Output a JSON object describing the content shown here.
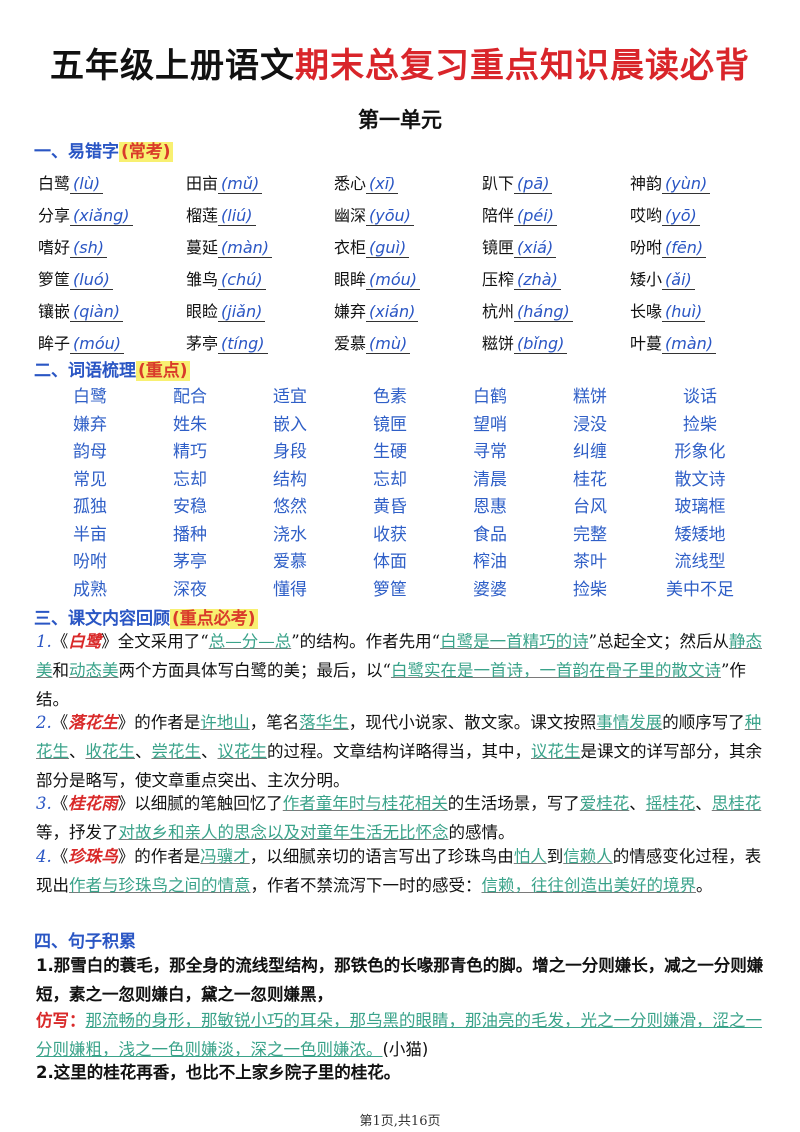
{
  "title": {
    "black": "五年级上册语文",
    "red": "期末总复习重点知识晨读必背"
  },
  "unit": "第一单元",
  "sections": {
    "s1": {
      "label": "一、易错字",
      "tag": "(常考)"
    },
    "s2": {
      "label": "二、词语梳理",
      "tag": "(重点)"
    },
    "s3": {
      "label": "三、课文内容回顾",
      "tag": "(重点必考)"
    },
    "s4": {
      "label": "四、句子积累"
    }
  },
  "chars": [
    [
      [
        "白鹭",
        "(lù)"
      ],
      [
        "田亩",
        "(mǔ)"
      ],
      [
        "悉心",
        "(xī)"
      ],
      [
        "趴下",
        "(pā)"
      ],
      [
        "神韵",
        "(yùn)"
      ]
    ],
    [
      [
        "分享",
        "(xiǎng)"
      ],
      [
        "榴莲",
        "(liú)"
      ],
      [
        "幽深",
        "(yōu)"
      ],
      [
        "陪伴",
        "(péi)"
      ],
      [
        "哎哟",
        "(yō)"
      ]
    ],
    [
      [
        "嗜好",
        "(sh)"
      ],
      [
        "蔓延",
        "(màn)"
      ],
      [
        "衣柜",
        "(guì)"
      ],
      [
        "镜匣",
        "(xiá)"
      ],
      [
        "吩咐",
        "(fēn)"
      ]
    ],
    [
      [
        "箩筐",
        "(luó)"
      ],
      [
        "雏鸟",
        "(chú)"
      ],
      [
        "眼眸",
        "(móu)"
      ],
      [
        "压榨",
        "(zhà)"
      ],
      [
        "矮小",
        "(ǎi)"
      ]
    ],
    [
      [
        "镶嵌",
        "(qiàn)"
      ],
      [
        "眼睑",
        "(jiǎn)"
      ],
      [
        "嫌弃",
        "(xián)"
      ],
      [
        "杭州",
        "(háng)"
      ],
      [
        "长喙",
        "(huì)"
      ]
    ],
    [
      [
        "眸子",
        "(móu)"
      ],
      [
        "茅亭",
        "(tíng)"
      ],
      [
        "爱慕",
        "(mù)"
      ],
      [
        "糍饼",
        "(bǐng)"
      ],
      [
        "叶蔓",
        "(màn)"
      ]
    ]
  ],
  "words": [
    [
      "白鹭",
      "配合",
      "适宜",
      "色素",
      "白鹤",
      "糕饼",
      "谈话"
    ],
    [
      "嫌弃",
      "姓朱",
      "嵌入",
      "镜匣",
      "望哨",
      "浸没",
      "捡柴"
    ],
    [
      "韵母",
      "精巧",
      "身段",
      "生硬",
      "寻常",
      "纠缠",
      "形象化"
    ],
    [
      "常见",
      "忘却",
      "结构",
      "忘却",
      "清晨",
      "桂花",
      "散文诗"
    ],
    [
      "孤独",
      "安稳",
      "悠然",
      "黄昏",
      "恩惠",
      "台风",
      "玻璃框"
    ],
    [
      "半亩",
      "播种",
      "浇水",
      "收获",
      "食品",
      "完整",
      "矮矮地"
    ],
    [
      "吩咐",
      "茅亭",
      "爱慕",
      "体面",
      "榨油",
      "茶叶",
      "流线型"
    ],
    [
      "成熟",
      "深夜",
      "懂得",
      "箩筐",
      "婆婆",
      "捡柴",
      "美中不足"
    ]
  ],
  "review": {
    "p1": [
      "1.",
      "《",
      "白鹭",
      "》全文采用了“",
      "总—分—总",
      "”的结构。作者先用“",
      "白鹭是一首精巧的诗",
      "”总起全文；然后从",
      "静态美",
      "和",
      "动态美",
      "两个方面具体写白鹭的美；最后，以“",
      "白鹭实在是一首诗，一首韵在骨子里的散文诗",
      "”作结。"
    ],
    "p2": [
      "2.",
      "《",
      "落花生",
      "》的作者是",
      "许地山",
      "，笔名",
      "落华生",
      "，现代小说家、散文家。课文按照",
      "事情发展",
      "的顺序写了",
      "种花生",
      "、",
      "收花生",
      "、",
      "尝花生",
      "、",
      "议花生",
      "的过程。文章结构详略得当，其中，",
      "议花生",
      "是课文的详写部分，其余部分是略写，使文章重点突出、主次分明。"
    ],
    "p3": [
      "3.",
      "《",
      "桂花雨",
      "》以细腻的笔触回忆了",
      "作者童年时与桂花相关",
      "的生活场景，写了",
      "爱桂花",
      "、",
      "摇桂花",
      "、",
      "思桂花",
      "等，抒发了",
      "对故乡和亲人的思念以及对童年生活无比怀念",
      "的感情。"
    ],
    "p4": [
      "4.",
      "《",
      "珍珠鸟",
      "》的作者是",
      "冯骥才",
      "，以细腻亲切的语言写出了珍珠鸟由",
      "怕人",
      "到",
      "信赖人",
      "的情感变化过程，表现出",
      "作者与珍珠鸟之间的情意",
      "，作者不禁流泻下一时的感受：",
      "信赖，往往创造出美好的境界",
      "。"
    ]
  },
  "sentences": {
    "s1": "1.那雪白的蓑毛，那全身的流线型结构，那铁色的长喙那青色的脚。增之一分则嫌长，减之一分则嫌短，素之一忽则嫌白，黛之一忽则嫌黑，",
    "imit_label": "仿写：",
    "imit_text": "那流畅的身形，那敏锐小巧的耳朵，那乌黑的眼睛，那油亮的毛发，光之一分则嫌滑，涩之一分则嫌粗，浅之一色则嫌淡，深之一色则嫌浓。",
    "imit_tail": "(小猫)",
    "s2": "2.这里的桂花再香，也比不上家乡院子里的桂花。"
  },
  "footer": "第1页,共16页"
}
